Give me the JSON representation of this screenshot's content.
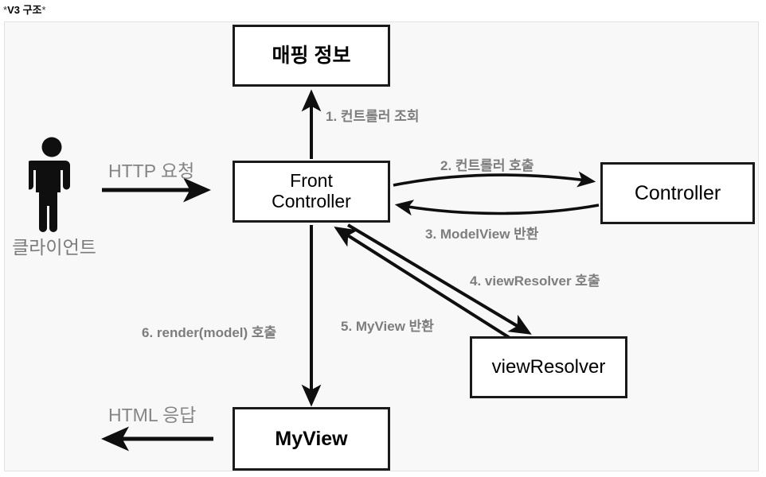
{
  "title": {
    "prefix": "*",
    "text": "V3 구조",
    "suffix": "*"
  },
  "diagram": {
    "type": "sequence-flow",
    "background_color": "#f8f8f8",
    "border_color": "#e2e2e2",
    "node_border_color": "#1a1a1a",
    "label_color": "#7d7d7d",
    "actor": {
      "icon": "person-icon",
      "label": "클라이언트"
    },
    "nodes": [
      {
        "id": "mapping",
        "label": "매핑 정보"
      },
      {
        "id": "front-controller",
        "label": "Front\nController"
      },
      {
        "id": "controller",
        "label": "Controller"
      },
      {
        "id": "view-resolver",
        "label": "viewResolver"
      },
      {
        "id": "myview",
        "label": "MyView"
      }
    ],
    "edges": [
      {
        "id": "http-request",
        "label": "HTTP 요청",
        "from": "client",
        "to": "front-controller",
        "style": "solid-arrow"
      },
      {
        "id": "step1",
        "label": "1. 컨트롤러 조회",
        "from": "front-controller",
        "to": "mapping",
        "style": "solid-arrow-up"
      },
      {
        "id": "step2",
        "label": "2. 컨트롤러 호출",
        "from": "front-controller",
        "to": "controller",
        "style": "curved-arrow"
      },
      {
        "id": "step3",
        "label": "3. ModelView 반환",
        "from": "controller",
        "to": "front-controller",
        "style": "curved-arrow"
      },
      {
        "id": "step4",
        "label": "4. viewResolver 호출",
        "from": "front-controller",
        "to": "view-resolver",
        "style": "diagonal-arrow"
      },
      {
        "id": "step5",
        "label": "5. MyView 반환",
        "from": "view-resolver",
        "to": "front-controller",
        "style": "diagonal-arrow"
      },
      {
        "id": "step6",
        "label": "6. render(model) 호출",
        "from": "front-controller",
        "to": "myview",
        "style": "solid-arrow-down"
      },
      {
        "id": "html-response",
        "label": "HTML 응답",
        "from": "myview",
        "to": "client",
        "style": "solid-arrow-left"
      }
    ]
  }
}
